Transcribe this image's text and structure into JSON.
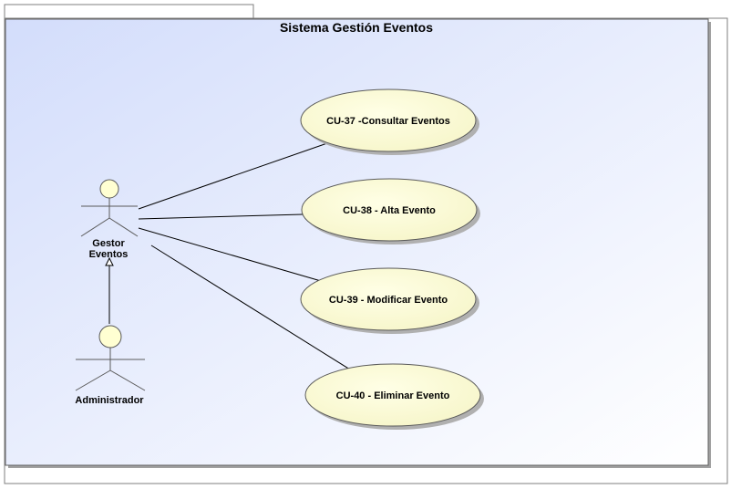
{
  "system": {
    "title": "Sistema Gestión Eventos"
  },
  "actors": [
    {
      "id": "gestor",
      "lines": [
        "Gestor",
        "Eventos"
      ]
    },
    {
      "id": "admin",
      "lines": [
        "Administrador"
      ]
    }
  ],
  "use_cases": [
    {
      "id": "cu37",
      "label": "CU-37 -Consultar Eventos"
    },
    {
      "id": "cu38",
      "label": "CU-38 - Alta Evento"
    },
    {
      "id": "cu39",
      "label": "CU-39 - Modificar Evento"
    },
    {
      "id": "cu40",
      "label": "CU-40 - Eliminar Evento"
    }
  ],
  "colors": {
    "boundary_left": "#d3ddfb",
    "boundary_right": "#ffffff",
    "usecase_fill": "#ffffd2",
    "usecase_stroke": "#5a5a5a",
    "actor_head": "#ffffd2"
  }
}
